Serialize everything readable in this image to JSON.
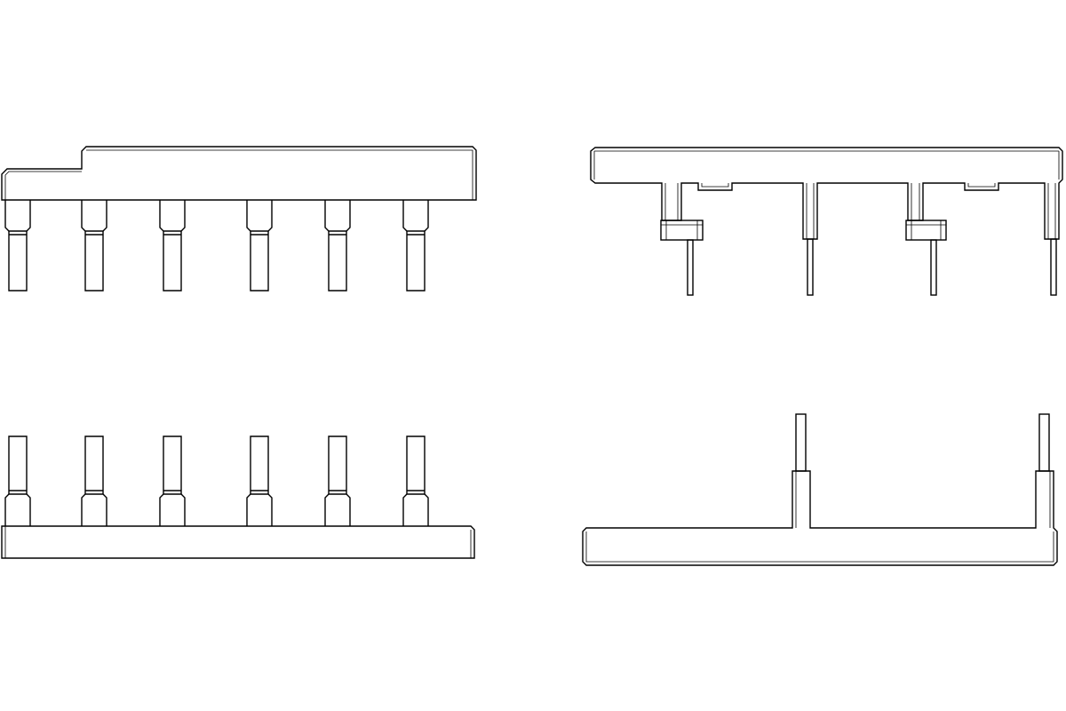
{
  "drawing": {
    "type": "technical-line-drawing",
    "stroke_color": "#000000",
    "background_color": "#ffffff",
    "views": [
      {
        "name": "comb-busbar-front-view",
        "pins": 6
      },
      {
        "name": "comb-busbar-side-view",
        "pins": 4
      },
      {
        "name": "comb-busbar-front-view-inverted",
        "pins": 6
      },
      {
        "name": "comb-busbar-side-view-inverted",
        "pins": 2
      }
    ]
  }
}
